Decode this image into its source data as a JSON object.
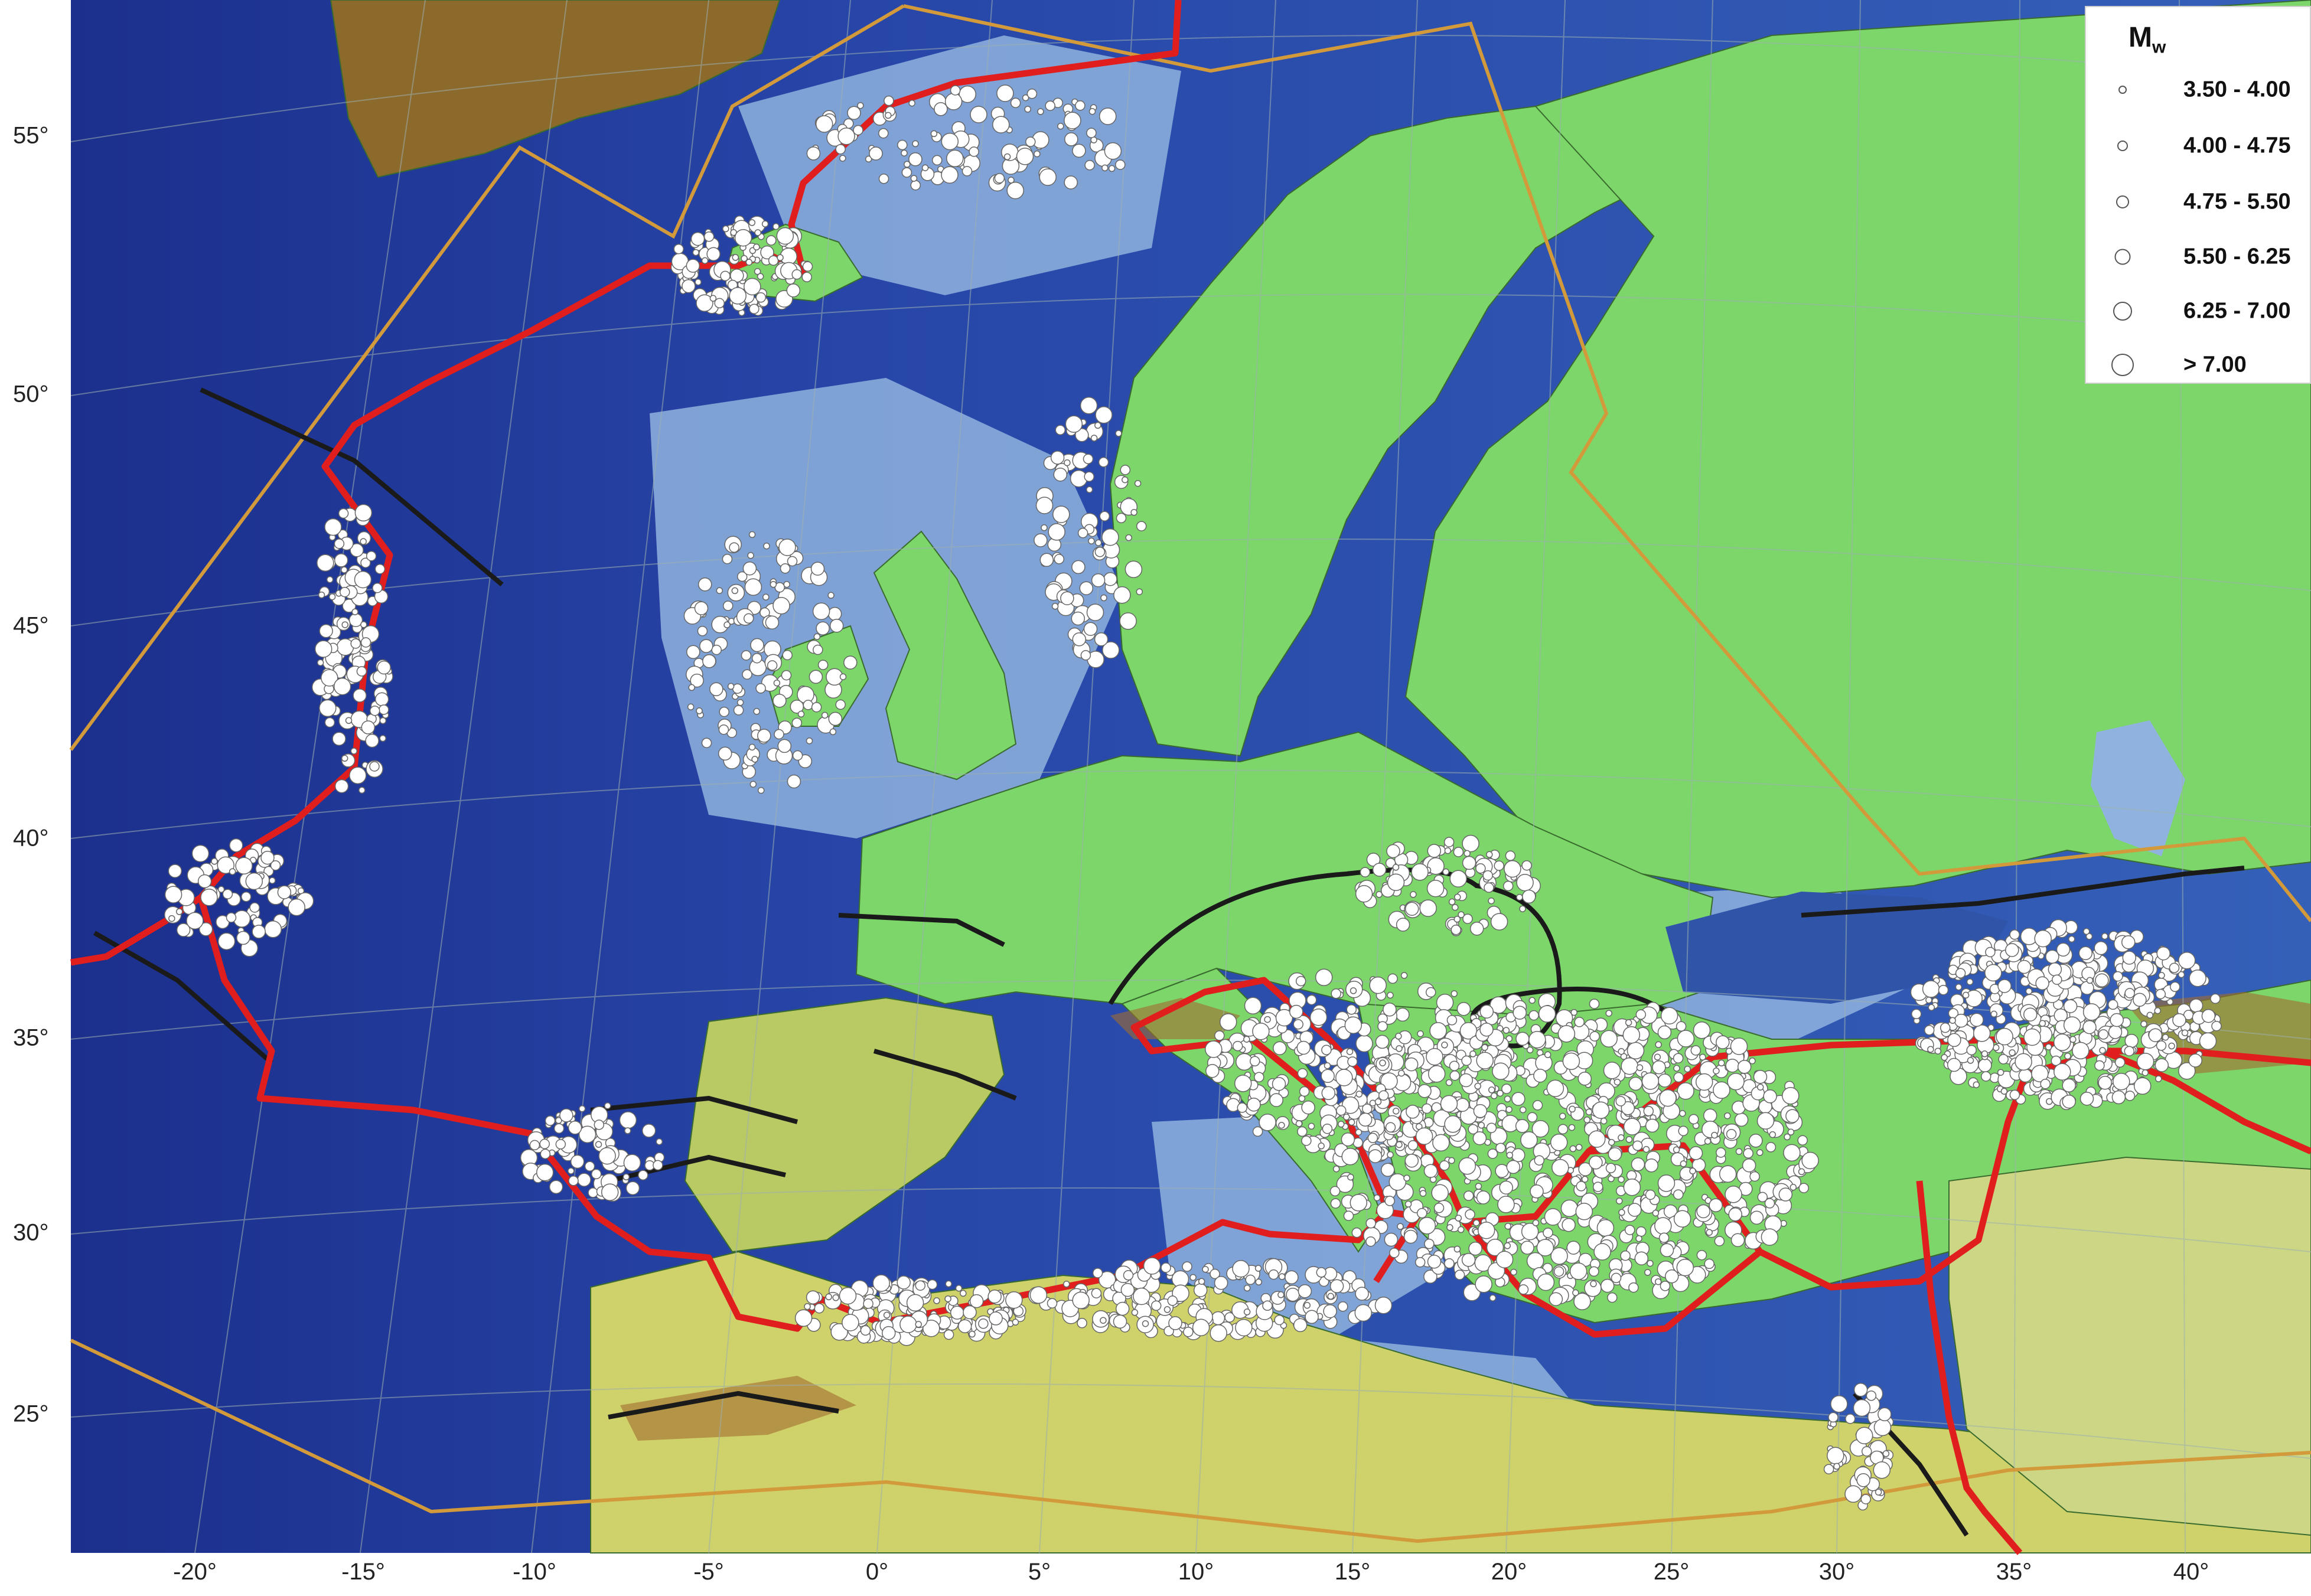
{
  "map": {
    "legend": {
      "title": "M",
      "title_subscript": "w",
      "classes": [
        {
          "label": "3.50 - 4.00",
          "level": 1
        },
        {
          "label": "4.00 - 4.75",
          "level": 2
        },
        {
          "label": "4.75 - 5.50",
          "level": 3
        },
        {
          "label": "5.50 - 6.25",
          "level": 4
        },
        {
          "label": "6.25 - 7.00",
          "level": 5
        },
        {
          "label": "> 7.00",
          "level": 6
        }
      ]
    },
    "latitude_labels": [
      "55°",
      "50°",
      "45°",
      "40°",
      "35°",
      "30°",
      "25°"
    ],
    "longitude_labels": [
      "-20°",
      "-15°",
      "-10°",
      "-5°",
      "0°",
      "5°",
      "10°",
      "15°",
      "20°",
      "25°",
      "30°",
      "35°",
      "40°"
    ],
    "colors": {
      "deep_ocean": "#1c2f8c",
      "ocean": "#3560b8",
      "shelf": "#8fb3de",
      "lowland": "#7dd66a",
      "upland": "#d8d27a",
      "mountain": "#a26a2e",
      "plate_boundary": "#e01e1e",
      "fault_line": "#1a1a1a",
      "study_area": "#d29a3a",
      "epicenter": "#ffffff"
    },
    "icons": {
      "epicenter": "circle-icon"
    }
  }
}
